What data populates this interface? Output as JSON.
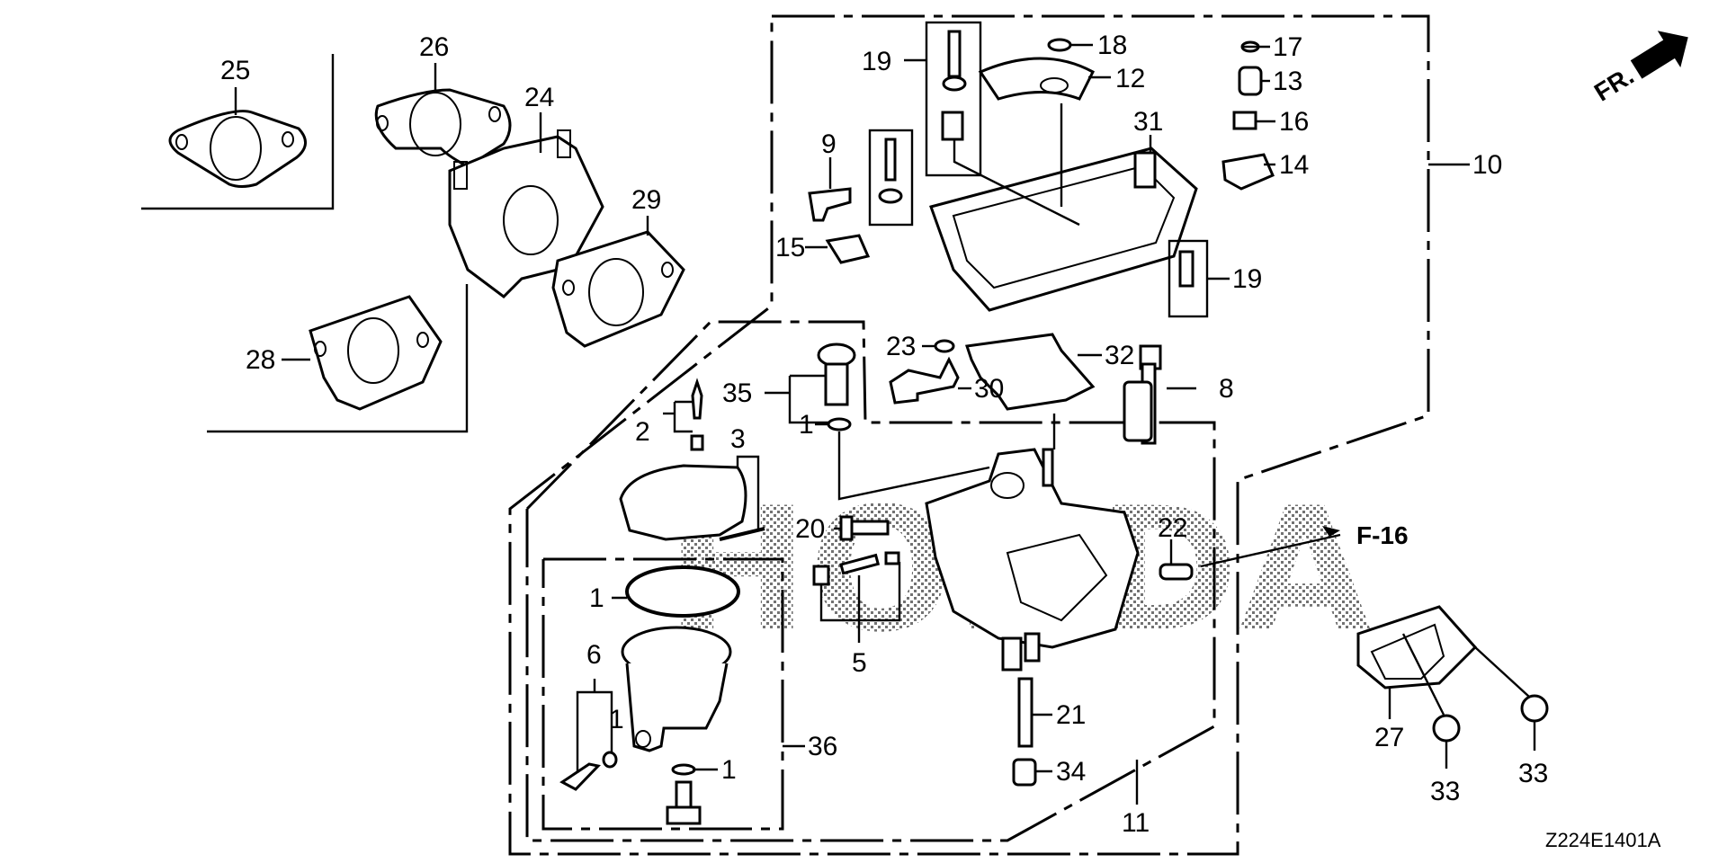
{
  "diagram": {
    "title": "Carburetor exploded parts diagram",
    "diagram_code": "Z224E1401A",
    "front_indicator": "FR.",
    "reference_label": "F-16",
    "watermark": "HONDA",
    "callouts": [
      {
        "id": "c25",
        "num": "25",
        "part": "gasket"
      },
      {
        "id": "c26",
        "num": "26",
        "part": "gasket"
      },
      {
        "id": "c24",
        "num": "24",
        "part": "insulator"
      },
      {
        "id": "c29",
        "num": "29",
        "part": "gasket"
      },
      {
        "id": "c28",
        "num": "28",
        "part": "gasket"
      },
      {
        "id": "c19a",
        "num": "19",
        "part": "screw set"
      },
      {
        "id": "c18",
        "num": "18",
        "part": "washer"
      },
      {
        "id": "c12",
        "num": "12",
        "part": "gear"
      },
      {
        "id": "c17",
        "num": "17",
        "part": "clip"
      },
      {
        "id": "c13",
        "num": "13",
        "part": "lever"
      },
      {
        "id": "c16",
        "num": "16",
        "part": "spring"
      },
      {
        "id": "c14",
        "num": "14",
        "part": "holder"
      },
      {
        "id": "c10",
        "num": "10",
        "part": "carburetor assembly"
      },
      {
        "id": "c31",
        "num": "31",
        "part": "cover"
      },
      {
        "id": "c9",
        "num": "9",
        "part": "lever"
      },
      {
        "id": "c15",
        "num": "15",
        "part": "clip"
      },
      {
        "id": "c19b",
        "num": "19",
        "part": "screw"
      },
      {
        "id": "c23",
        "num": "23",
        "part": "washer"
      },
      {
        "id": "c32",
        "num": "32",
        "part": "packing"
      },
      {
        "id": "c30",
        "num": "30",
        "part": "lever"
      },
      {
        "id": "c35",
        "num": "35",
        "part": "valve"
      },
      {
        "id": "c1a",
        "num": "1",
        "part": "washer"
      },
      {
        "id": "c2",
        "num": "2",
        "part": "float valve set"
      },
      {
        "id": "c3",
        "num": "3",
        "part": "float set"
      },
      {
        "id": "c8",
        "num": "8",
        "part": "shaft"
      },
      {
        "id": "c20",
        "num": "20",
        "part": "screw"
      },
      {
        "id": "c22",
        "num": "22",
        "part": "jet"
      },
      {
        "id": "c5",
        "num": "5",
        "part": "screw set"
      },
      {
        "id": "c1b",
        "num": "1",
        "part": "o-ring"
      },
      {
        "id": "c6",
        "num": "6",
        "part": "screw set"
      },
      {
        "id": "c1c",
        "num": "1",
        "part": "washer"
      },
      {
        "id": "c1d",
        "num": "1",
        "part": "washer"
      },
      {
        "id": "c36",
        "num": "36",
        "part": "float chamber set"
      },
      {
        "id": "c21",
        "num": "21",
        "part": "nozzle"
      },
      {
        "id": "c34",
        "num": "34",
        "part": "jet"
      },
      {
        "id": "c11",
        "num": "11",
        "part": "body"
      },
      {
        "id": "c27",
        "num": "27",
        "part": "gasket"
      },
      {
        "id": "c33a",
        "num": "33",
        "part": "nut"
      },
      {
        "id": "c33b",
        "num": "33",
        "part": "nut"
      }
    ]
  }
}
